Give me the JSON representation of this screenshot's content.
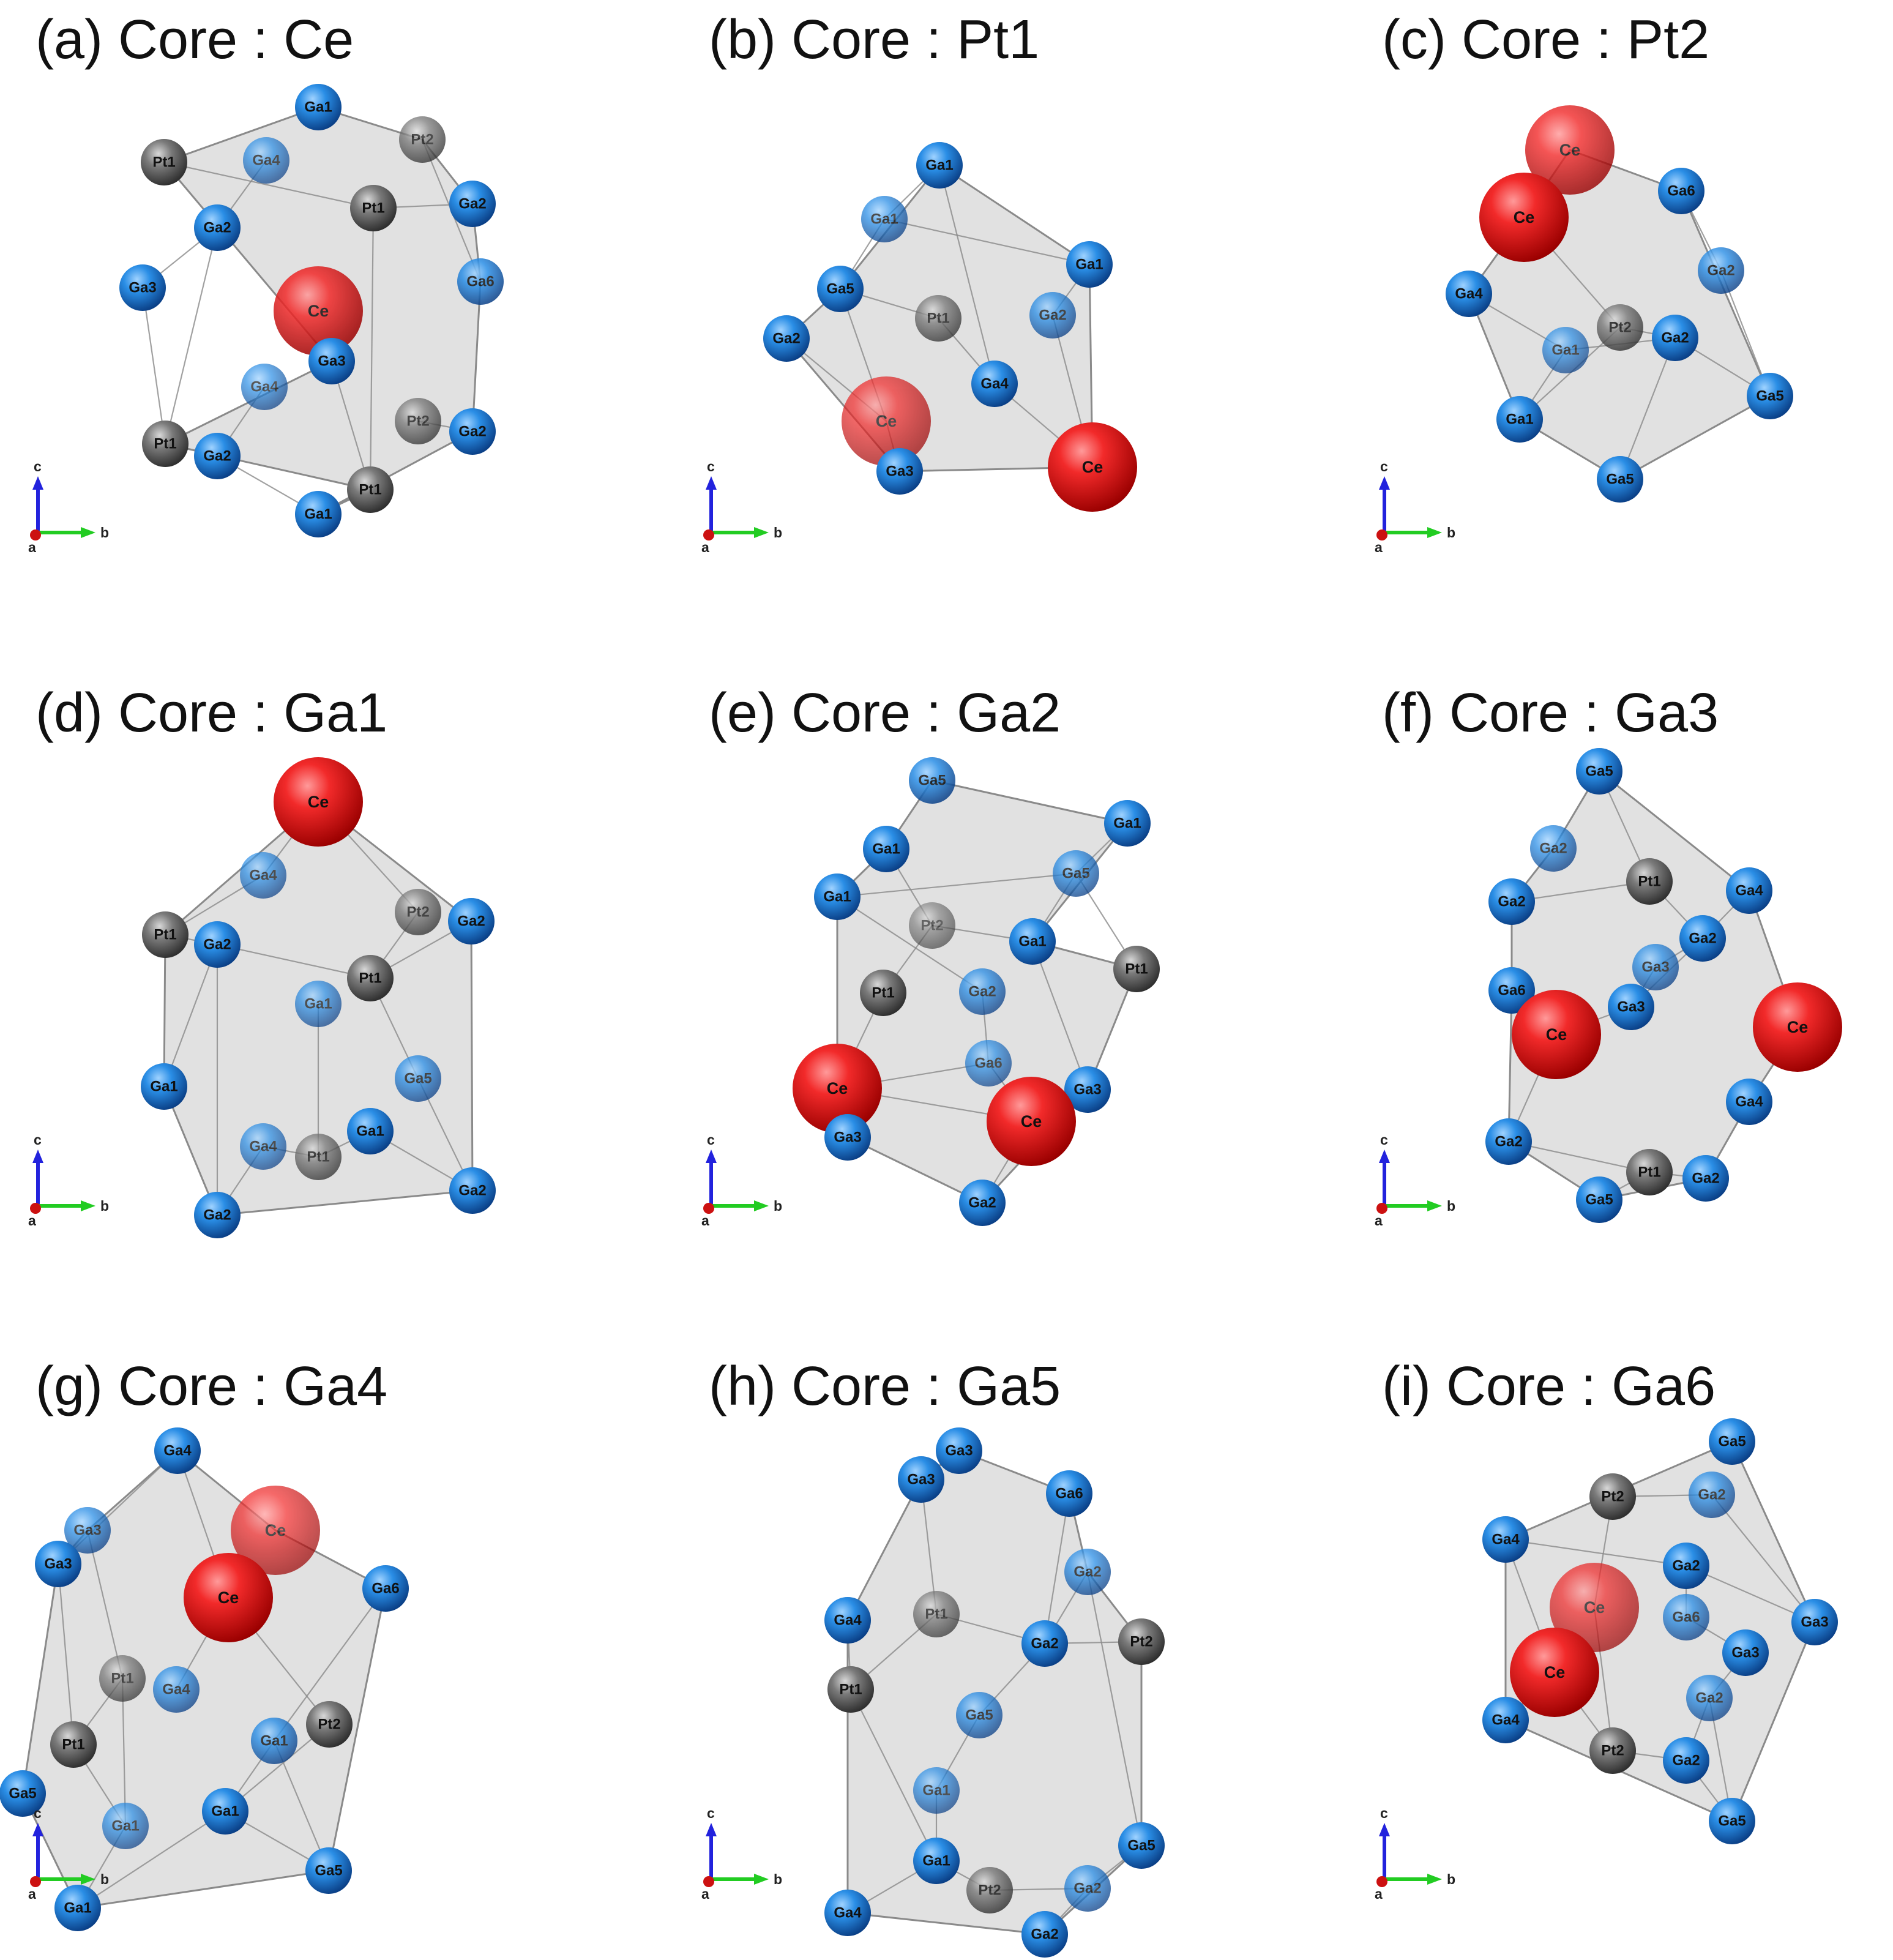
{
  "figure": {
    "axis_labels": {
      "a": "a",
      "b": "b",
      "c": "c"
    },
    "colors": {
      "Ce": "#e8191c",
      "Pt": "#6e6e6e",
      "Ga": "#1e7fd6",
      "polyhedron_fill": "#c8c8c8",
      "polyhedron_edge": "#8a8a8a",
      "axis_a": "#cc1111",
      "axis_b": "#22cc22",
      "axis_c": "#2222dd"
    },
    "panels": [
      {
        "id": "a",
        "title": "(a) Core : Ce",
        "atoms": [
          "Ga1",
          "Pt2",
          "Pt1",
          "Ga4",
          "Pt1",
          "Ga2",
          "Ga2",
          "Ga3",
          "Ce",
          "Ga6",
          "Ga3",
          "Ga4",
          "Pt2",
          "Pt1",
          "Ga2",
          "Ga2",
          "Pt1",
          "Ga1"
        ]
      },
      {
        "id": "b",
        "title": "(b) Core : Pt1",
        "atoms": [
          "Ga1",
          "Ga1",
          "Ga1",
          "Ga5",
          "Pt1",
          "Ga2",
          "Ga2",
          "Ga4",
          "Ce",
          "Ga3",
          "Ce"
        ]
      },
      {
        "id": "c",
        "title": "(c) Core : Pt2",
        "atoms": [
          "Ce",
          "Ce",
          "Ga6",
          "Ga2",
          "Ga4",
          "Pt2",
          "Ga1",
          "Ga2",
          "Ga5",
          "Ga1",
          "Ga5"
        ]
      },
      {
        "id": "d",
        "title": "(d) Core : Ga1",
        "atoms": [
          "Ce",
          "Ga4",
          "Pt2",
          "Ga2",
          "Pt1",
          "Ga2",
          "Pt1",
          "Ga1",
          "Ga5",
          "Ga1",
          "Ga4",
          "Pt1",
          "Ga1",
          "Ga2",
          "Ga2"
        ]
      },
      {
        "id": "e",
        "title": "(e) Core : Ga2",
        "atoms": [
          "Ga5",
          "Ga1",
          "Ga1",
          "Ga5",
          "Ga1",
          "Pt2",
          "Ga1",
          "Pt1",
          "Pt1",
          "Ga2",
          "Ga6",
          "Ce",
          "Ga3",
          "Ce",
          "Ga3",
          "Ga2"
        ]
      },
      {
        "id": "f",
        "title": "(f) Core : Ga3",
        "atoms": [
          "Ga5",
          "Ga2",
          "Pt1",
          "Ga4",
          "Ga2",
          "Ga2",
          "Ga3",
          "Ga6",
          "Ga3",
          "Ce",
          "Ce",
          "Ga4",
          "Ga2",
          "Pt1",
          "Ga5",
          "Ga2"
        ]
      },
      {
        "id": "g",
        "title": "(g) Core : Ga4",
        "atoms": [
          "Ga4",
          "Ga3",
          "Ce",
          "Ga3",
          "Ga6",
          "Ce",
          "Pt1",
          "Ga4",
          "Pt2",
          "Ga1",
          "Pt1",
          "Ga5",
          "Ga1",
          "Ga1",
          "Ga5",
          "Ga1"
        ]
      },
      {
        "id": "h",
        "title": "(h) Core : Ga5",
        "atoms": [
          "Ga3",
          "Ga3",
          "Ga6",
          "Ga2",
          "Ga4",
          "Pt1",
          "Ga2",
          "Pt2",
          "Pt1",
          "Ga5",
          "Ga1",
          "Ga5",
          "Ga1",
          "Pt2",
          "Ga2",
          "Ga4",
          "Ga2"
        ]
      },
      {
        "id": "i",
        "title": "(i) Core : Ga6",
        "atoms": [
          "Ga5",
          "Pt2",
          "Ga2",
          "Ga4",
          "Ga2",
          "Ce",
          "Ga6",
          "Ga3",
          "Ce",
          "Ga3",
          "Ga2",
          "Ga4",
          "Pt2",
          "Ga2",
          "Ga5"
        ]
      }
    ]
  }
}
